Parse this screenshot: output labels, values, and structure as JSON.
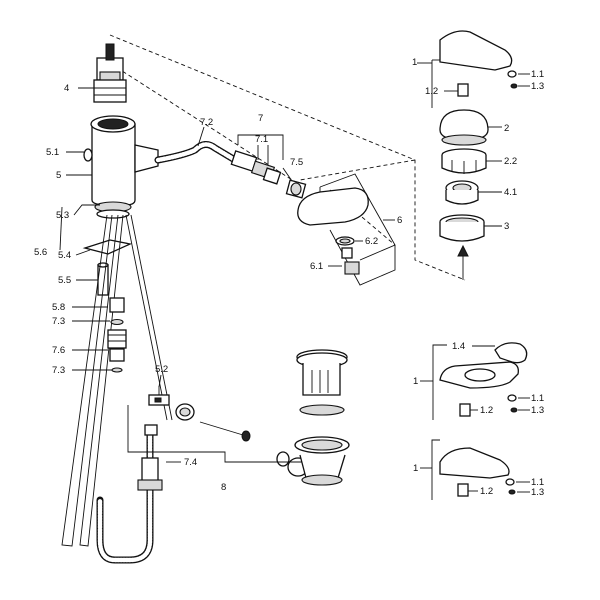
{
  "labels": {
    "l1_top": "1",
    "l1_1_top": "1.1",
    "l1_2_top": "1.2",
    "l1_3_top": "1.3",
    "l2": "2",
    "l2_2": "2.2",
    "l4_1": "4.1",
    "l3": "3",
    "l4": "4",
    "l5_1": "5.1",
    "l5": "5",
    "l5_3": "5.3",
    "l5_6": "5.6",
    "l5_4": "5.4",
    "l5_5": "5.5",
    "l5_8": "5.8",
    "l7_3_a": "7.3",
    "l7_6": "7.6",
    "l7_3_b": "7.3",
    "l7_2": "7.2",
    "l7": "7",
    "l7_1": "7.1",
    "l7_5": "7.5",
    "l6": "6",
    "l6_2": "6.2",
    "l6_1": "6.1",
    "l5_2": "5.2",
    "l7_4": "7.4",
    "l8": "8",
    "l1_4": "1.4",
    "l1_mid": "1",
    "l1_1_mid": "1.1",
    "l1_2_mid": "1.2",
    "l1_3_mid": "1.3",
    "l1_bot": "1",
    "l1_1_bot": "1.1",
    "l1_2_bot": "1.2",
    "l1_3_bot": "1.3"
  }
}
